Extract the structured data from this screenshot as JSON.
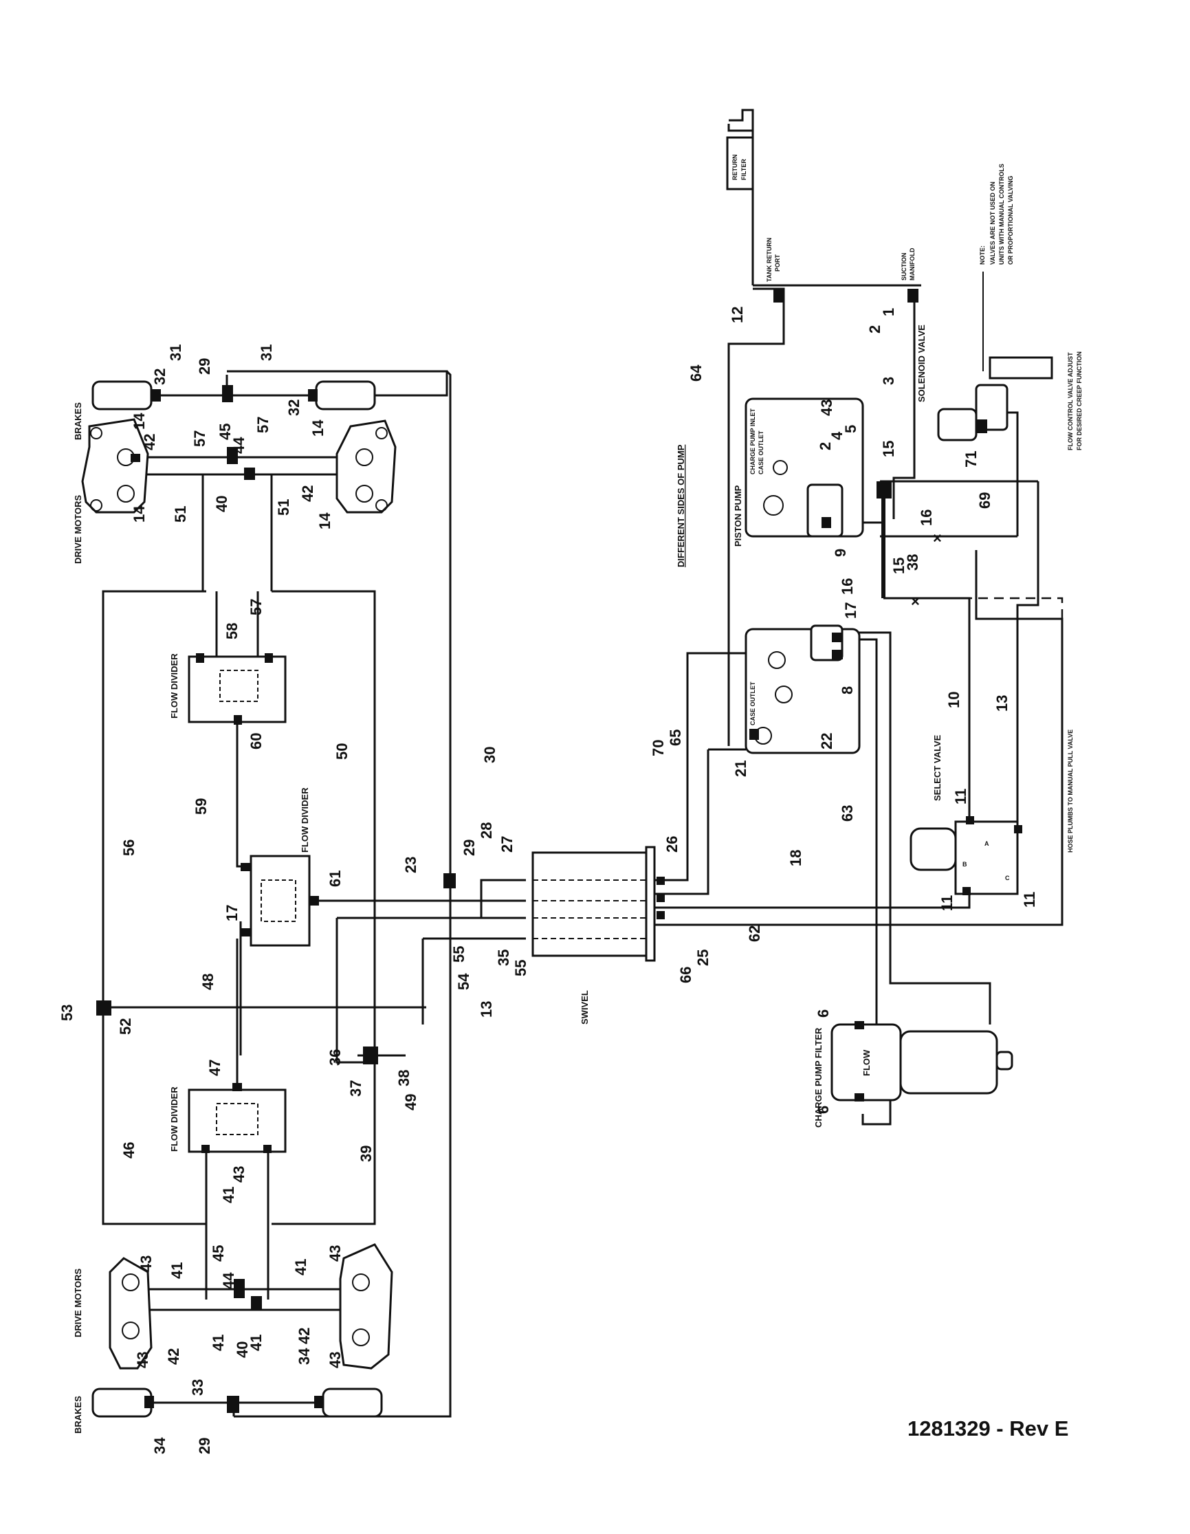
{
  "document_number": "1281329 - Rev E",
  "components": {
    "brakes": "BRAKES",
    "drive_motors": "DRIVE MOTORS",
    "flow_divider": "FLOW DIVIDER",
    "swivel": "SWIVEL",
    "piston_pump": "PISTON PUMP",
    "different_sides": "DIFFERENT SIDES OF PUMP",
    "select_valve": "SELECT VALVE",
    "solenoid_valve": "SOLENOID VALVE",
    "charge_pump_filter": "CHARGE PUMP FILTER",
    "flow": "FLOW",
    "return_filter_1": "RETURN",
    "return_filter_2": "FILTER",
    "tank_return_1": "TANK RETURN",
    "tank_return_2": "PORT",
    "suction_1": "SUCTION",
    "suction_2": "MANIFOLD",
    "charge_pump_inlet": "CHARGE PUMP INLET",
    "case_outlet_top": "CASE OUTLET",
    "case_outlet": "CASE OUTLET",
    "port_a": "A",
    "port_b": "B",
    "port_c": "C"
  },
  "notes": {
    "note_title": "NOTE:",
    "note_1": "VALVES ARE NOT USED ON",
    "note_2": "UNITS WITH MANUAL CONTROLS",
    "note_3": "OR PROPORTIONAL VALVING",
    "flow_control_1": "FLOW CONTROL VALVE ADJUST",
    "flow_control_2": "FOR DESIRED CREEP FUNCTION",
    "hose_plumbs": "HOSE PLUMBS TO MANUAL PULL VALVE"
  },
  "callouts": {
    "c31a": "31",
    "c32a": "32",
    "c29a": "29",
    "c31b": "31",
    "c32b": "32",
    "c14a": "14",
    "c42a": "42",
    "c14b": "14",
    "c57a": "57",
    "c45a": "45",
    "c44a": "44",
    "c57b": "57",
    "c14c": "14",
    "c14d": "14",
    "c42b": "42",
    "c51a": "51",
    "c40a": "40",
    "c51b": "51",
    "c57c": "57",
    "c58": "58",
    "c60": "60",
    "c59": "59",
    "c50": "50",
    "c30": "30",
    "c56": "56",
    "c17": "17",
    "c61": "61",
    "c23": "23",
    "c29b": "29",
    "c28": "28",
    "c27": "27",
    "c48": "48",
    "c53": "53",
    "c52": "52",
    "c36": "36",
    "c37": "37",
    "c38a": "38",
    "c49": "49",
    "c54": "54",
    "c55a": "55",
    "c35": "35",
    "c55b": "55",
    "c13a": "13",
    "c47": "47",
    "c46": "46",
    "c43a": "43",
    "c39": "39",
    "c41a": "41",
    "c41b": "41",
    "c45b": "45",
    "c44b": "44",
    "c41c": "41",
    "c41d": "41",
    "c43b": "43",
    "c43c": "43",
    "c43d": "43",
    "c43e": "43",
    "c42c": "42",
    "c40b": "40",
    "c41e": "41",
    "c34a": "34",
    "c42d": "42",
    "c33": "33",
    "c34b": "34",
    "c29c": "29",
    "c12": "12",
    "c1": "1",
    "c2a": "2",
    "c3": "3",
    "c64": "64",
    "c43f": "43",
    "c5": "5",
    "c4": "4",
    "c2b": "2",
    "c15a": "15",
    "c16a": "16",
    "c9": "9",
    "c38b": "38",
    "c15b": "15",
    "c16b": "16",
    "c17b": "17",
    "c69": "69",
    "c71": "71",
    "c8": "8",
    "c22": "22",
    "c21": "21",
    "c70": "70",
    "c65": "65",
    "c10": "10",
    "c13b": "13",
    "c11a": "11",
    "c11b": "11",
    "c11c": "11",
    "c63": "63",
    "c18": "18",
    "c26": "26",
    "c62": "62",
    "c25": "25",
    "c66": "66",
    "c6a": "6",
    "c6b": "6"
  }
}
